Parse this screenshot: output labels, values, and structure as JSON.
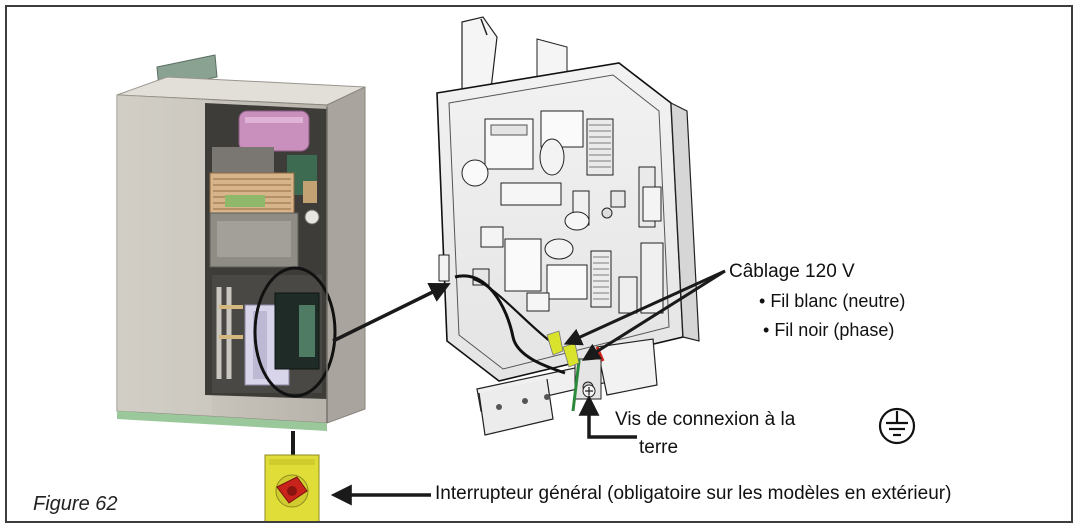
{
  "figure_label": "Figure 62",
  "labels": {
    "wiring_title": "Câblage 120 V",
    "white_wire": "Fil blanc (neutre)",
    "black_wire": "Fil noir (phase)",
    "ground_screw_line1": "Vis de connexion à la",
    "ground_screw_line2": "terre",
    "main_switch": "Interrupteur général (obligatoire sur les modèles en extérieur)"
  },
  "icons": [
    "ground-symbol-icon"
  ],
  "colors": {
    "unit_body": "#c9c5bd",
    "bracket": "#8aa292",
    "coil_pink": "#c98fbd",
    "switch_yellow": "#e0dc38",
    "switch_red": "#c8241c",
    "wire_green": "#2c8a3c",
    "wire_yellow": "#d9e32c",
    "arrow": "#1a1a1a"
  }
}
